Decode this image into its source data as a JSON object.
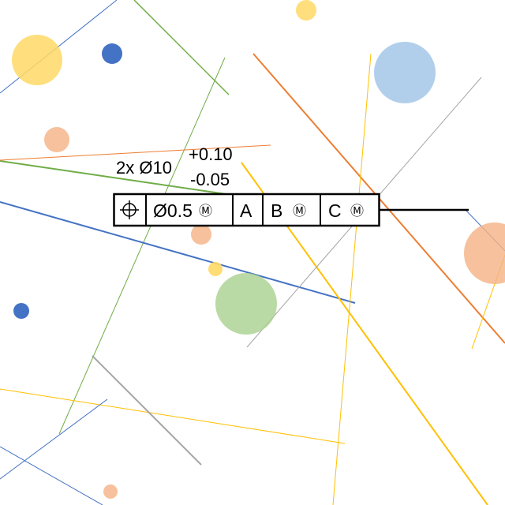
{
  "callout": {
    "count_diameter": "2x Ø10",
    "tolerance_upper": "+0.10",
    "tolerance_lower": "-0.05"
  },
  "feature_control_frame": {
    "characteristic_icon": "position-icon",
    "tolerance_value": "Ø0.5",
    "tolerance_modifier": "Ⓜ",
    "primary_datum": "A",
    "secondary_datum": "B",
    "secondary_modifier": "Ⓜ",
    "tertiary_datum": "C",
    "tertiary_modifier": "Ⓜ"
  },
  "colors": {
    "blue": "#4472c4",
    "orange": "#ed7d31",
    "green": "#70ad47",
    "yellow": "#ffc000",
    "gray": "#a5a5a5",
    "light_blue": "#9dc3e6",
    "light_orange": "#f4b183",
    "light_yellow": "#ffd966",
    "light_green": "#a9d18e"
  }
}
